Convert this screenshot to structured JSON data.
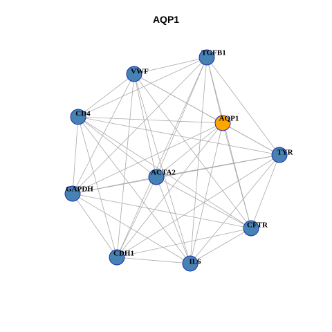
{
  "title": "AQP1",
  "colors": {
    "node_fill": "#4682B4",
    "node_stroke": "#1c2fa8",
    "highlight_fill": "#FFA500",
    "edge": "#a9a9a9"
  },
  "nodes": [
    {
      "id": "TGFB1",
      "label": "TGFB1",
      "highlight": false
    },
    {
      "id": "VWF",
      "label": "VWF",
      "highlight": false
    },
    {
      "id": "CD4",
      "label": "CD4",
      "highlight": false
    },
    {
      "id": "AQP1",
      "label": "AQP1",
      "highlight": true
    },
    {
      "id": "TYR",
      "label": "TYR",
      "highlight": false
    },
    {
      "id": "ACTA2",
      "label": "ACTA2",
      "highlight": false
    },
    {
      "id": "GAPDH",
      "label": "GAPDH",
      "highlight": false
    },
    {
      "id": "CFTR",
      "label": "CFTR",
      "highlight": false
    },
    {
      "id": "CDH1",
      "label": "CDH1",
      "highlight": false
    },
    {
      "id": "IL6",
      "label": "IL6",
      "highlight": false
    }
  ],
  "edges": [
    [
      "TGFB1",
      "VWF"
    ],
    [
      "TGFB1",
      "CD4"
    ],
    [
      "TGFB1",
      "AQP1"
    ],
    [
      "TGFB1",
      "TYR"
    ],
    [
      "TGFB1",
      "ACTA2"
    ],
    [
      "TGFB1",
      "GAPDH"
    ],
    [
      "TGFB1",
      "CFTR"
    ],
    [
      "TGFB1",
      "CDH1"
    ],
    [
      "TGFB1",
      "IL6"
    ],
    [
      "VWF",
      "CD4"
    ],
    [
      "VWF",
      "AQP1"
    ],
    [
      "VWF",
      "TYR"
    ],
    [
      "VWF",
      "ACTA2"
    ],
    [
      "VWF",
      "GAPDH"
    ],
    [
      "VWF",
      "CDH1"
    ],
    [
      "VWF",
      "IL6"
    ],
    [
      "VWF",
      "CFTR"
    ],
    [
      "CD4",
      "AQP1"
    ],
    [
      "CD4",
      "TYR"
    ],
    [
      "CD4",
      "ACTA2"
    ],
    [
      "CD4",
      "GAPDH"
    ],
    [
      "CD4",
      "CDH1"
    ],
    [
      "CD4",
      "IL6"
    ],
    [
      "CD4",
      "CFTR"
    ],
    [
      "AQP1",
      "TYR"
    ],
    [
      "AQP1",
      "ACTA2"
    ],
    [
      "AQP1",
      "CFTR"
    ],
    [
      "AQP1",
      "CDH1"
    ],
    [
      "AQP1",
      "IL6"
    ],
    [
      "AQP1",
      "GAPDH"
    ],
    [
      "TYR",
      "ACTA2"
    ],
    [
      "TYR",
      "GAPDH"
    ],
    [
      "TYR",
      "CFTR"
    ],
    [
      "TYR",
      "CDH1"
    ],
    [
      "TYR",
      "IL6"
    ],
    [
      "ACTA2",
      "GAPDH"
    ],
    [
      "ACTA2",
      "CDH1"
    ],
    [
      "ACTA2",
      "IL6"
    ],
    [
      "ACTA2",
      "CFTR"
    ],
    [
      "GAPDH",
      "CDH1"
    ],
    [
      "GAPDH",
      "IL6"
    ],
    [
      "GAPDH",
      "CFTR"
    ],
    [
      "CDH1",
      "IL6"
    ],
    [
      "CDH1",
      "CFTR"
    ],
    [
      "IL6",
      "CFTR"
    ]
  ]
}
